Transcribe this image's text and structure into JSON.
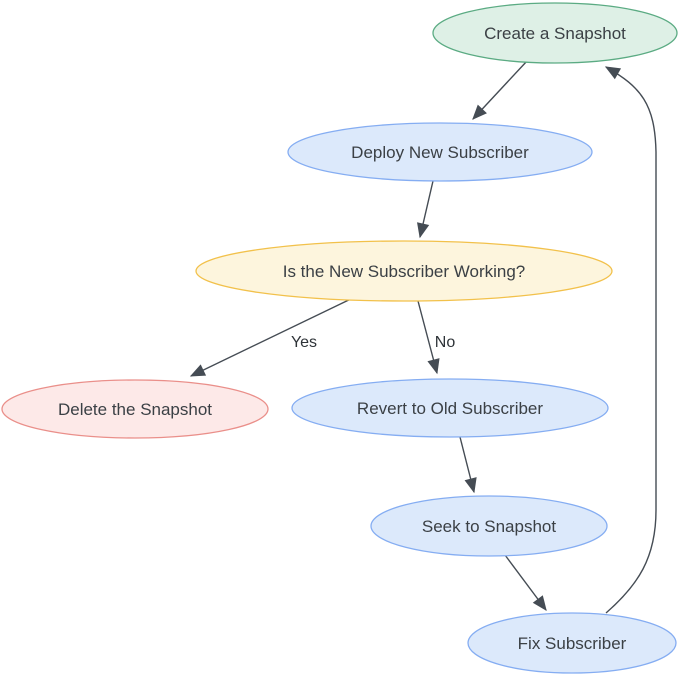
{
  "diagram": {
    "type": "flowchart",
    "background": "#ffffff",
    "text_color": "#3b4045",
    "edge_label_color": "#2e3338",
    "arrow_color": "#454c54",
    "nodes": [
      {
        "id": "create-snapshot",
        "label": "Create a Snapshot",
        "shape": "ellipse",
        "fill": "#def0e6",
        "border": "#5bab83"
      },
      {
        "id": "deploy-new-subscriber",
        "label": "Deploy New Subscriber",
        "shape": "ellipse",
        "fill": "#dce9fb",
        "border": "#85adf2"
      },
      {
        "id": "is-new-subscriber-working",
        "label": "Is the New Subscriber Working?",
        "shape": "ellipse",
        "fill": "#fdf5dd",
        "border": "#f2c14b"
      },
      {
        "id": "delete-the-snapshot",
        "label": "Delete the Snapshot",
        "shape": "ellipse",
        "fill": "#fde9e8",
        "border": "#ea8f8a"
      },
      {
        "id": "revert-to-old-subscriber",
        "label": "Revert to Old Subscriber",
        "shape": "ellipse",
        "fill": "#dce9fb",
        "border": "#85adf2"
      },
      {
        "id": "seek-to-snapshot",
        "label": "Seek to Snapshot",
        "shape": "ellipse",
        "fill": "#dce9fb",
        "border": "#85adf2"
      },
      {
        "id": "fix-subscriber",
        "label": "Fix Subscriber",
        "shape": "ellipse",
        "fill": "#dce9fb",
        "border": "#85adf2"
      }
    ],
    "edges": [
      {
        "from": "create-snapshot",
        "to": "deploy-new-subscriber",
        "label": ""
      },
      {
        "from": "deploy-new-subscriber",
        "to": "is-new-subscriber-working",
        "label": ""
      },
      {
        "from": "is-new-subscriber-working",
        "to": "delete-the-snapshot",
        "label": "Yes"
      },
      {
        "from": "is-new-subscriber-working",
        "to": "revert-to-old-subscriber",
        "label": "No"
      },
      {
        "from": "revert-to-old-subscriber",
        "to": "seek-to-snapshot",
        "label": ""
      },
      {
        "from": "seek-to-snapshot",
        "to": "fix-subscriber",
        "label": ""
      },
      {
        "from": "fix-subscriber",
        "to": "create-snapshot",
        "label": ""
      }
    ]
  }
}
